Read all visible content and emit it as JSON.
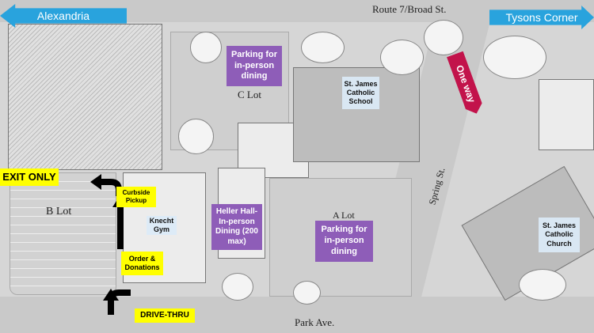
{
  "directions": {
    "west": "Alexandria",
    "east": "Tysons Corner"
  },
  "streets": {
    "north": "Route 7/Broad St.",
    "east": "Spring St.",
    "south": "Park Ave."
  },
  "lots": {
    "b": "B Lot",
    "c": "C Lot",
    "a": "A Lot"
  },
  "signs": {
    "exit": "EXIT ONLY",
    "curbside": "Curbside Pickup",
    "order": "Order & Donations",
    "drive_thru": "DRIVE-THRU",
    "one_way": "One way"
  },
  "buildings": {
    "gym": "Knecht Gym",
    "school": "St. James Catholic School",
    "church": "St. James Catholic Church"
  },
  "dining": {
    "heller": "Heller Hall- In-person Dining (200 max)",
    "parking_c": "Parking for in-person dining",
    "parking_a": "Parking for in-person dining"
  },
  "colors": {
    "direction": "#29a3dd",
    "sign": "#ffff00",
    "dining": "#8e5db8",
    "one_way": "#c2134b"
  }
}
